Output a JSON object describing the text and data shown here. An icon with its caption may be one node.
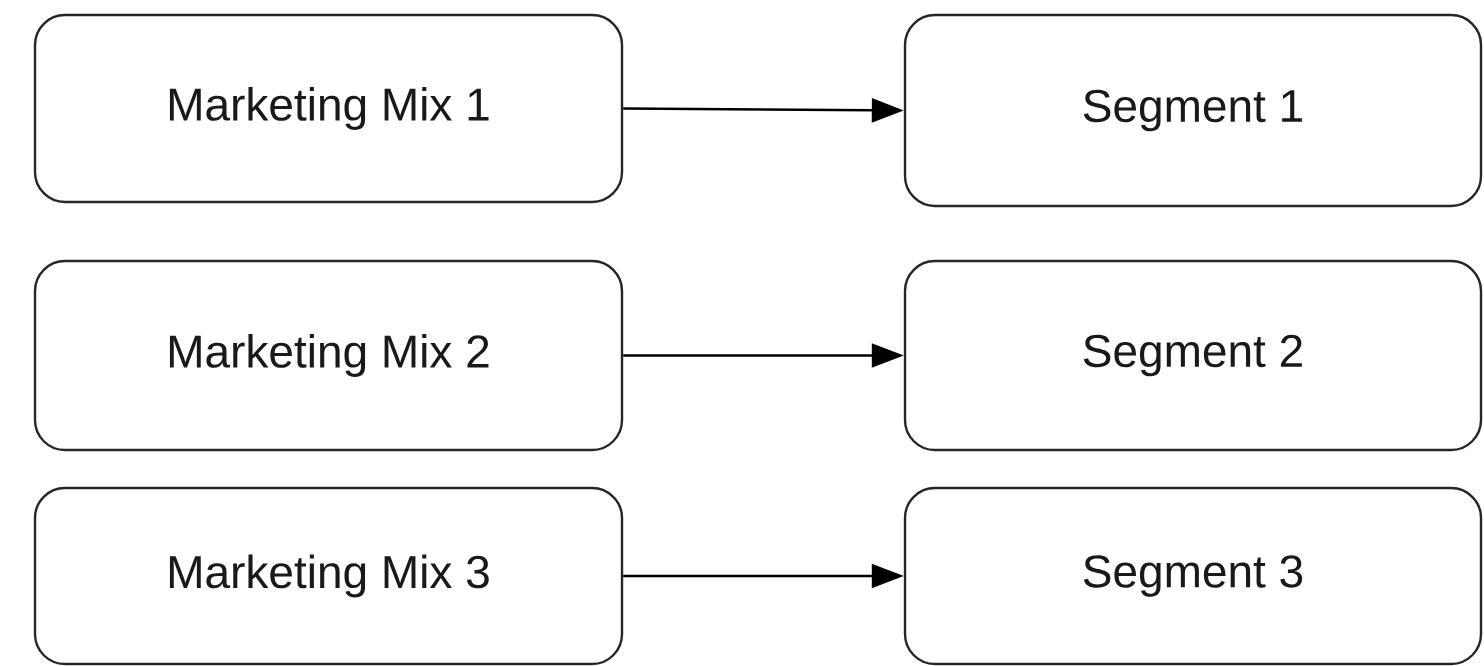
{
  "diagram": {
    "nodes": [
      {
        "text": [
          "Marketing Mix 1"
        ]
      },
      {
        "text": [
          "Segment 1"
        ]
      },
      {
        "text": [
          "Marketing Mix 2"
        ]
      },
      {
        "text": [
          "Segment 2"
        ]
      },
      {
        "text": [
          "Marketing Mix 3"
        ]
      },
      {
        "text": [
          "Segment 3"
        ]
      }
    ],
    "edges": [
      {
        "from": 0,
        "to": 1,
        "arrow": "to"
      },
      {
        "from": 2,
        "to": 3,
        "arrow": "to"
      },
      {
        "from": 4,
        "to": 5,
        "arrow": "to"
      }
    ]
  }
}
